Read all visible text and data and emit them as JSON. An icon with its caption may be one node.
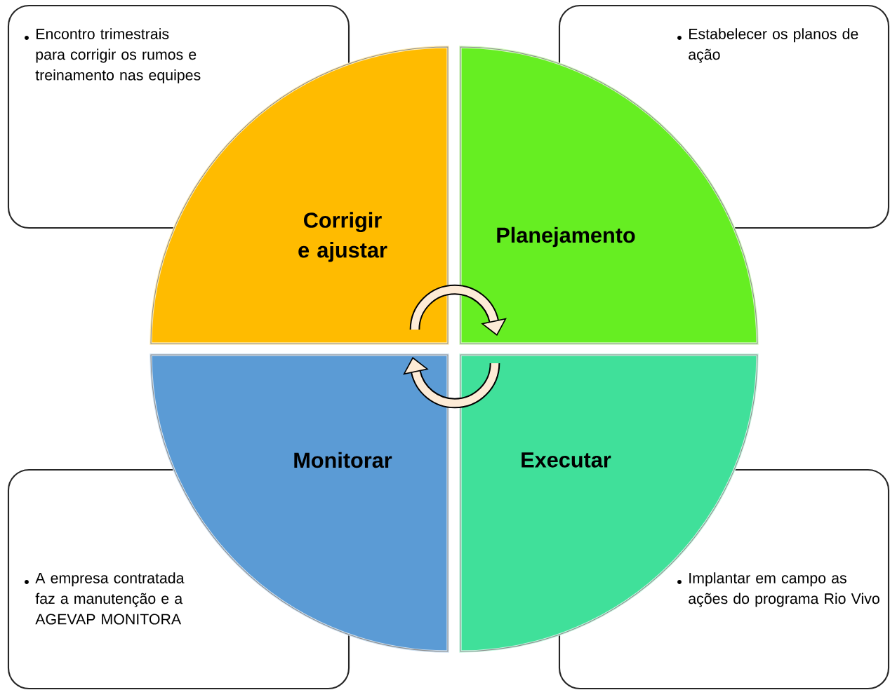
{
  "diagram": {
    "nodes": [
      {
        "text": [
          "Encontro trimestrais para corrigir  os rumos e treinamento nas equipes"
        ]
      },
      {
        "text": [
          "Estabelecer os planos de ação"
        ]
      },
      {
        "text": [
          "Corrigir e ajustar"
        ]
      },
      {
        "text": [
          "Planejamento"
        ]
      },
      {
        "text": [
          "Monitorar"
        ]
      },
      {
        "text": [
          "Executar"
        ]
      },
      {
        "text": [
          "A empresa contratada faz a manutenção e a AGEVAP MONITORA"
        ]
      },
      {
        "text": [
          "Implantar em campo as ações do programa Rio Vivo"
        ]
      }
    ],
    "edges": [
      {
        "from": 2,
        "to": 3,
        "arrow": "to"
      },
      {
        "from": 5,
        "to": 4,
        "arrow": "to"
      }
    ]
  }
}
